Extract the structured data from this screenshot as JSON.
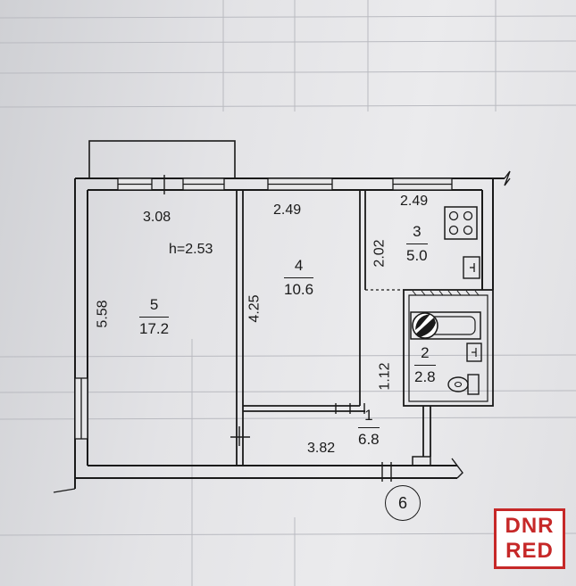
{
  "plan": {
    "rooms": [
      {
        "id": "5",
        "number": "5",
        "area": "17.2"
      },
      {
        "id": "4",
        "number": "4",
        "area": "10.6"
      },
      {
        "id": "3",
        "number": "3",
        "area": "5.0"
      },
      {
        "id": "2",
        "number": "2",
        "area": "2.8"
      },
      {
        "id": "1",
        "number": "1",
        "area": "6.8"
      }
    ],
    "dimensions": {
      "room5_width": "3.08",
      "ceiling_height": "h=2.53",
      "room5_length": "5.58",
      "room4_width": "2.49",
      "room4_length": "4.25",
      "room3_width": "2.49",
      "room3_length": "2.02",
      "corridor_width": "1.12",
      "hall_length": "3.82"
    },
    "apartment_mark": "6"
  },
  "watermark": {
    "line1": "DNR",
    "line2": "RED",
    "color": "#c62828"
  }
}
